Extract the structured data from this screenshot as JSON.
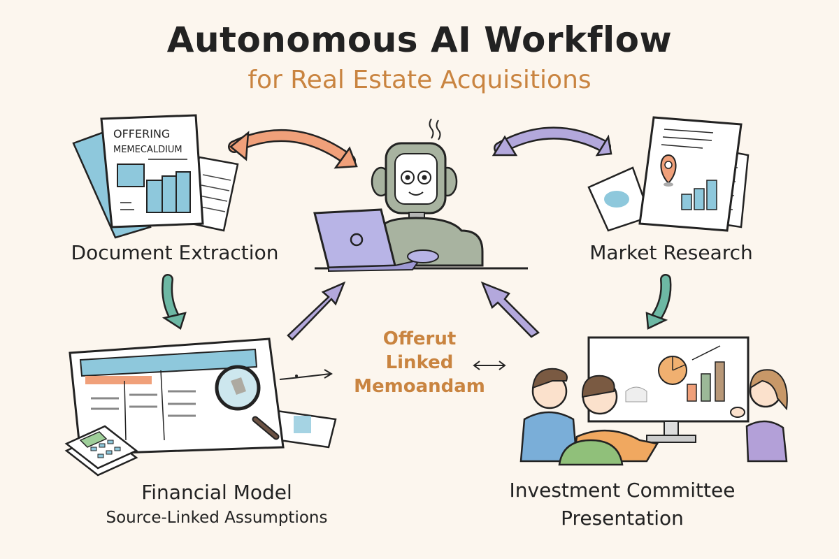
{
  "header": {
    "title": "Autonomous AI Workflow",
    "subtitle": "for Real Estate Acquisitions"
  },
  "nodes": {
    "document_extraction": {
      "label": "Document Extraction",
      "illustration_text_line1": "OFFERING",
      "illustration_text_line2": "MEMECALDIUM",
      "icon": "offering-memorandum-document-icon"
    },
    "ai_agent": {
      "icon": "robot-with-laptop-icon"
    },
    "market_research": {
      "label": "Market Research",
      "icon": "market-research-report-icon"
    },
    "financial_model": {
      "label": "Financial Model",
      "sublabel": "Source-Linked Assumptions",
      "icon": "spreadsheet-magnifier-calculator-icon"
    },
    "investment_committee": {
      "label_line1": "Investment Committee",
      "label_line2": "Presentation",
      "icon": "team-presentation-monitor-icon"
    },
    "center": {
      "line1": "Offerut",
      "line2": "Linked",
      "line3": "Memoandam"
    }
  },
  "colors": {
    "background": "#fcf6ee",
    "title": "#222222",
    "accent_orange": "#c98440",
    "arrow_orange": "#f0a07a",
    "arrow_purple": "#b3a8dc",
    "arrow_teal": "#6db8a4",
    "laptop_purple": "#b8b4e6",
    "robot_gray": "#a8b3a0",
    "doc_blue": "#8ec8dc"
  }
}
